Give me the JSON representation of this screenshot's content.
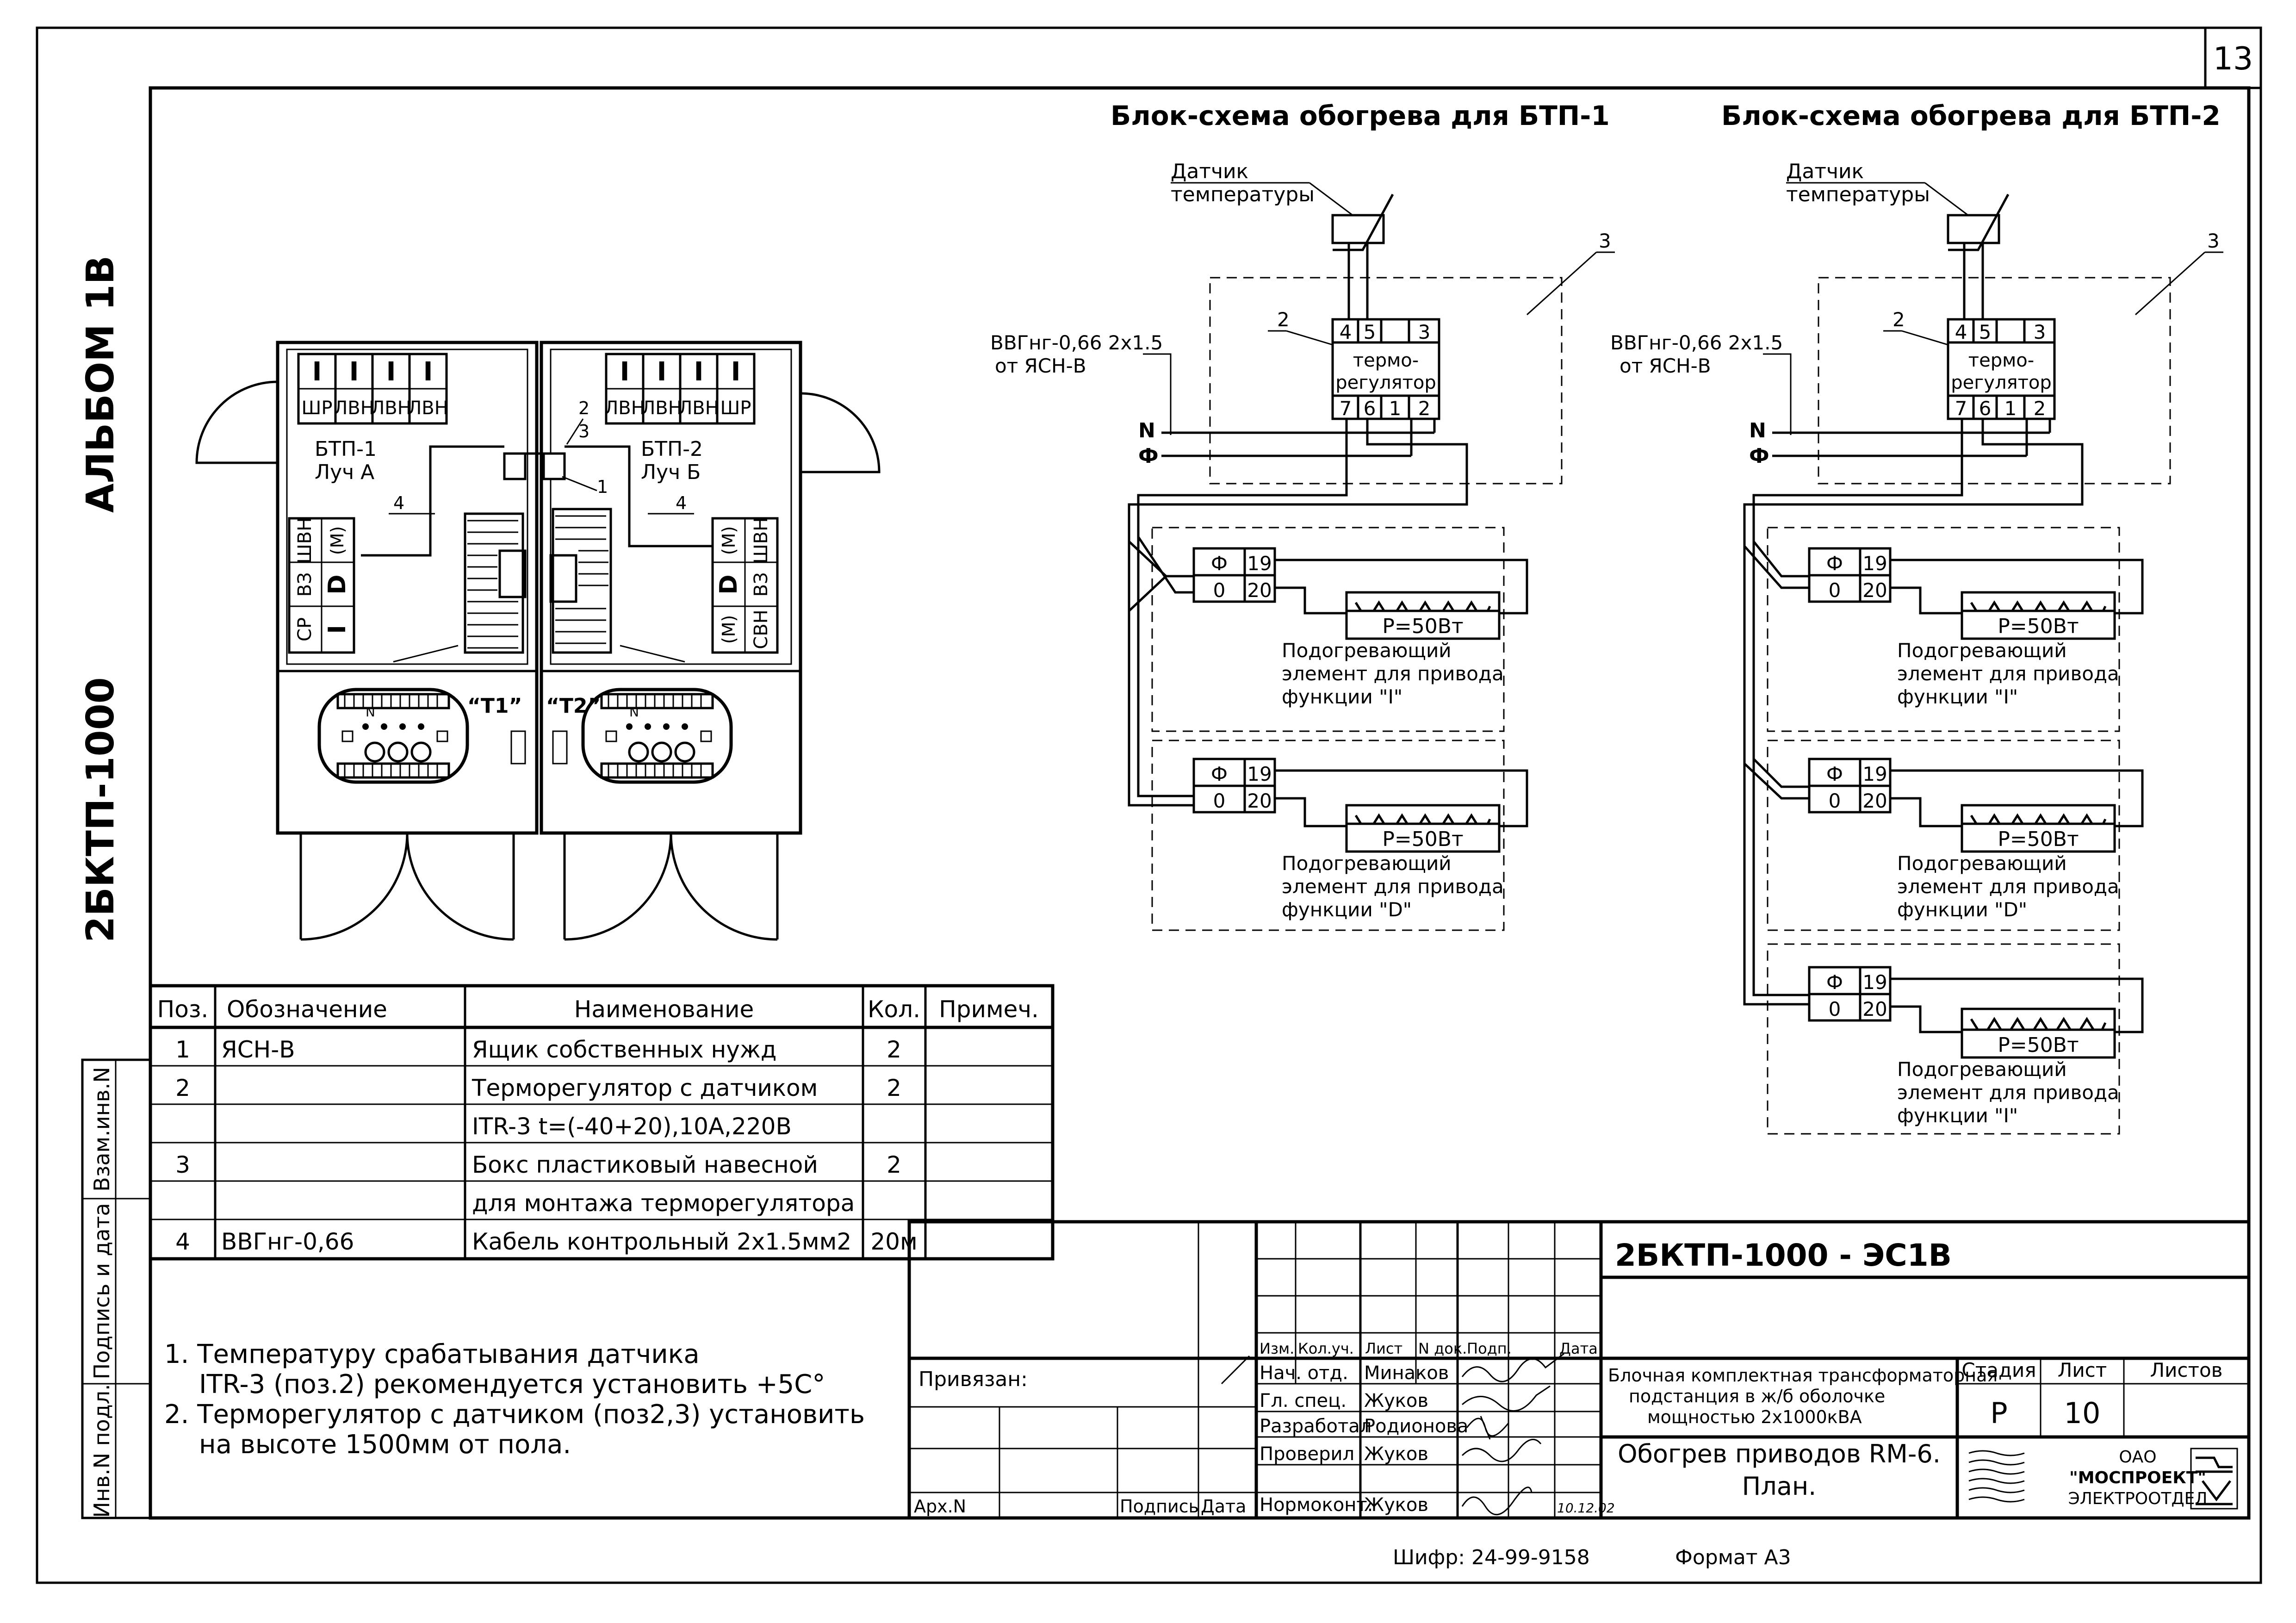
{
  "sheet": {
    "page_number": "13",
    "album_label": "АЛЬБОМ 1В",
    "project_code": "2БКТП-1000",
    "cipher": "Шифр: 24-99-9158",
    "format": "Формат А3"
  },
  "plan": {
    "btp1": {
      "name": "БТП-1",
      "ray": "Луч А"
    },
    "btp2": {
      "name": "БТП-2",
      "ray": "Луч Б"
    },
    "cells_btp1": [
      "ШР",
      "ЛВН",
      "ЛВН",
      "ЛВН"
    ],
    "cells_btp2": [
      "ЛВН",
      "ЛВН",
      "ЛВН",
      "ШР"
    ],
    "switch_glyph": "I",
    "rm_left": [
      "ШВН",
      "ВЗ",
      "СР"
    ],
    "rm_right": [
      "ШВН",
      "ВЗ",
      "СВН"
    ],
    "rm_i": "I",
    "rm_d": "D",
    "motor_glyph": "(M)",
    "transformer1": "“Т1”",
    "transformer2": "“Т2”",
    "transformer_n": "N",
    "callouts": [
      "1",
      "2",
      "3",
      "4",
      "4"
    ]
  },
  "schematic": {
    "btp1_title": "Блок-схема обогрева для БТП-1",
    "btp2_title": "Блок-схема обогрева для БТП-2",
    "sensor_line1": "Датчик",
    "sensor_line2": "температуры",
    "cable_line1": "ВВГнг-0,66  2х1.5",
    "cable_line2": "от ЯСН-В",
    "n_label": "N",
    "phi_label": "Ф",
    "thermo_line1": "термо-",
    "thermo_line2": "регулятор",
    "thermo_top": [
      "4",
      "5",
      "3"
    ],
    "thermo_bottom": [
      "7",
      "6",
      "1",
      "2"
    ],
    "callout_2": "2",
    "callout_3": "3",
    "term_phi": "Ф",
    "term_zero": "0",
    "term_19": "19",
    "term_20": "20",
    "power": "P=50Вт",
    "heater_line1": "Подогревающий",
    "heater_line2": "элемент для привода",
    "func_i": "функции \"I\"",
    "func_d": "функции \"D\""
  },
  "spec_table": {
    "headers": [
      "Поз.",
      "Обозначение",
      "Наименование",
      "Кол.",
      "Примеч."
    ],
    "rows": [
      [
        "1",
        "ЯСН-В",
        "Ящик собственных нужд",
        "2",
        ""
      ],
      [
        "2",
        "",
        "Терморегулятор с датчиком",
        "2",
        ""
      ],
      [
        "",
        "",
        "ITR-3   t=(-40+20),10A,220B",
        "",
        ""
      ],
      [
        "3",
        "",
        "Бокс пластиковый навесной",
        "2",
        ""
      ],
      [
        "",
        "",
        "для монтажа терморегулятора",
        "",
        ""
      ],
      [
        "4",
        "ВВГнг-0,66",
        "Кабель контрольный  2х1.5мм2",
        "20м",
        ""
      ]
    ]
  },
  "notes": [
    "1. Температуру срабатывания датчика",
    "ITR-3 (поз.2) рекомендуется установить +5С°",
    "2. Терморегулятор с датчиком (поз2,3) установить",
    "на высоте 1500мм от пола."
  ],
  "margin_stamp": [
    "Инв.N подл.",
    "Подпись и дата",
    "Взам.инв.N"
  ],
  "title_block": {
    "drawing_code": "2БКТП-1000  -  ЭС1В",
    "bound_label": "Привязан:",
    "arch_label": "Арх.N",
    "sign_label": "Подпись",
    "date_label": "Дата",
    "rev_headers": [
      "Изм.",
      "Кол.уч.",
      "Лист",
      "N док.",
      "Подп.",
      "Дата"
    ],
    "roles": [
      "Нач. отд.",
      "Гл. спец.",
      "Разработал",
      "Проверил",
      "Нормоконт."
    ],
    "names": [
      "Минаков",
      "Жуков",
      "Родионова",
      "Жуков",
      "Жуков"
    ],
    "sign_date": "10.12.02",
    "description": [
      "Блочная комплектная трансформаторная",
      "подстанция в ж/б оболочке",
      "мощностью 2х1000кВА"
    ],
    "stage_header": "Стадия",
    "sheet_header": "Лист",
    "sheets_header": "Листов",
    "stage": "Р",
    "sheet": "10",
    "sheets": "",
    "subject": [
      "Обогрев приводов RM-6.",
      "План."
    ],
    "org": [
      "ОАО",
      "\"МОСПРОЕКТ\"",
      "ЭЛЕКТРООТДЕЛ"
    ]
  }
}
